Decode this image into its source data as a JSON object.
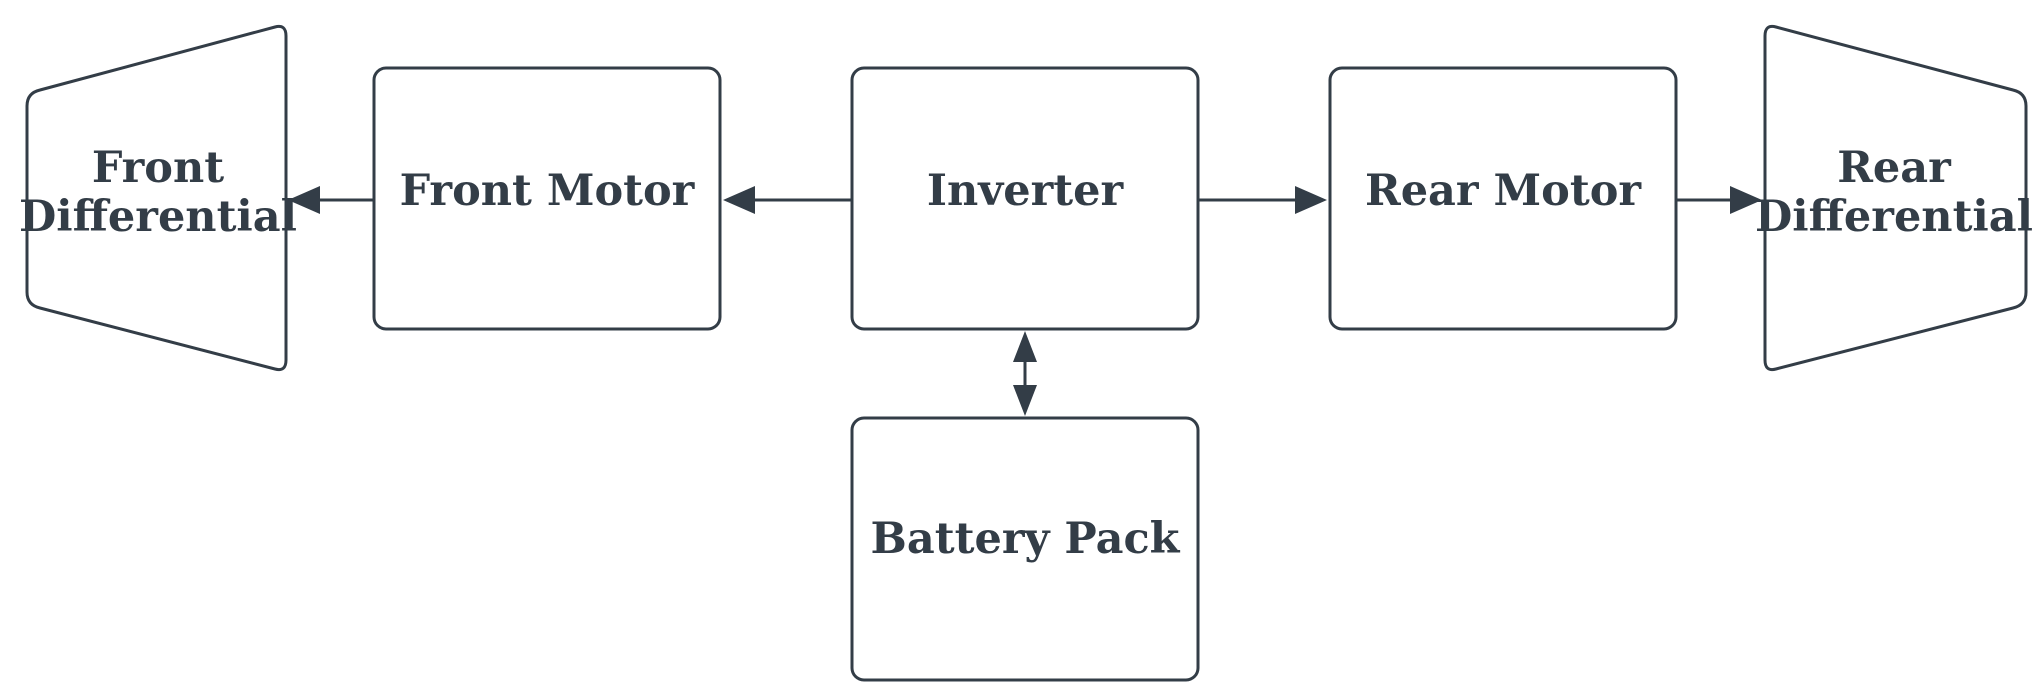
{
  "diagram": {
    "type": "block-diagram",
    "colors": {
      "stroke": "#333d47",
      "fill": "#ffffff",
      "text": "#333d47"
    },
    "nodes": {
      "front_differential": {
        "line1": "Front",
        "line2": "Differential",
        "shape": "trapezoid"
      },
      "front_motor": {
        "label": "Front Motor",
        "shape": "rounded-rectangle"
      },
      "inverter": {
        "label": "Inverter",
        "shape": "rounded-rectangle"
      },
      "rear_motor": {
        "label": "Rear Motor",
        "shape": "rounded-rectangle"
      },
      "rear_differential": {
        "line1": "Rear",
        "line2": "Differential",
        "shape": "trapezoid"
      },
      "battery_pack": {
        "label": "Battery Pack",
        "shape": "rounded-rectangle"
      }
    },
    "edges": [
      {
        "from": "Front Motor",
        "to": "Front Differential",
        "direction": "forward"
      },
      {
        "from": "Inverter",
        "to": "Front Motor",
        "direction": "forward"
      },
      {
        "from": "Inverter",
        "to": "Rear Motor",
        "direction": "forward"
      },
      {
        "from": "Rear Motor",
        "to": "Rear Differential",
        "direction": "forward"
      },
      {
        "from": "Inverter",
        "to": "Battery Pack",
        "direction": "bidirectional"
      }
    ]
  }
}
